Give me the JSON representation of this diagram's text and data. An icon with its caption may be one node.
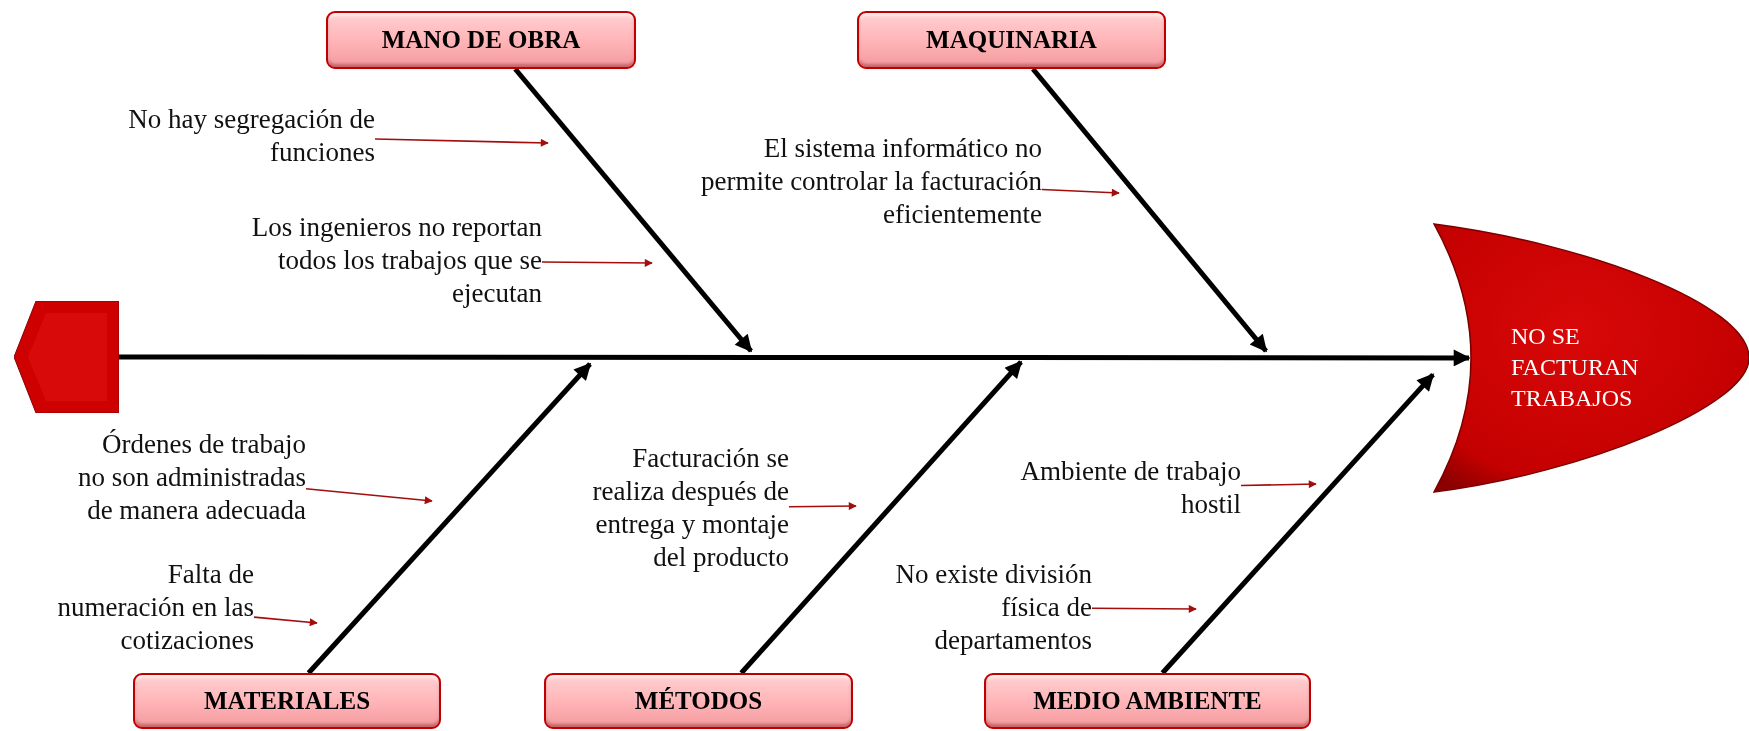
{
  "diagram": {
    "nodes": [
      {
        "text": [],
        "shape": "pentagon"
      },
      {
        "text": [
          "NO SE FACTURAN TRABAJOS"
        ]
      },
      {
        "text": [
          "MANO DE OBRA"
        ]
      },
      {
        "text": [
          "MAQUINARIA"
        ]
      },
      {
        "text": [
          "MATERIALES"
        ]
      },
      {
        "text": [
          "MÉTODOS"
        ]
      },
      {
        "text": [
          "MEDIO AMBIENTE"
        ]
      },
      {
        "text": [
          "No hay segregación de funciones"
        ]
      },
      {
        "text": [
          "Los ingenieros no reportan todos los trabajos que se ejecutan"
        ]
      },
      {
        "text": [
          "El sistema informático no permite controlar la facturación eficientemente"
        ]
      },
      {
        "text": [
          "Órdenes de trabajo no son administradas de manera adecuada"
        ]
      },
      {
        "text": [
          "Falta de numeración en las cotizaciones"
        ]
      },
      {
        "text": [
          "Facturación se realiza después de entrega y montaje del producto"
        ]
      },
      {
        "text": [
          "Ambiente de trabajo hostil"
        ]
      },
      {
        "text": [
          "No existe división física de departamentos"
        ]
      }
    ],
    "edges": [
      {
        "from": 0,
        "to": 1,
        "arrow": "to",
        "style": "thick",
        "color": "#000000"
      },
      {
        "from": 2,
        "to": null,
        "arrow": "to",
        "style": "thick",
        "color": "#000000"
      },
      {
        "from": 3,
        "to": null,
        "arrow": "to",
        "style": "thick",
        "color": "#000000"
      },
      {
        "from": 4,
        "to": null,
        "arrow": "to",
        "style": "thick",
        "color": "#000000"
      },
      {
        "from": 5,
        "to": null,
        "arrow": "to",
        "style": "thick",
        "color": "#000000"
      },
      {
        "from": 6,
        "to": 1,
        "arrow": "to",
        "style": "thick",
        "color": "#000000"
      },
      {
        "from": 7,
        "to": null,
        "arrow": "to"
      },
      {
        "from": 8,
        "to": null,
        "arrow": "to"
      },
      {
        "from": 9,
        "to": null,
        "arrow": "to"
      },
      {
        "from": 10,
        "to": null,
        "arrow": "to"
      },
      {
        "from": 11,
        "to": null,
        "arrow": "to"
      },
      {
        "from": 12,
        "to": null,
        "arrow": "to"
      },
      {
        "from": 13,
        "to": null,
        "arrow": "to"
      },
      {
        "from": 14,
        "to": null,
        "arrow": "to"
      }
    ]
  }
}
